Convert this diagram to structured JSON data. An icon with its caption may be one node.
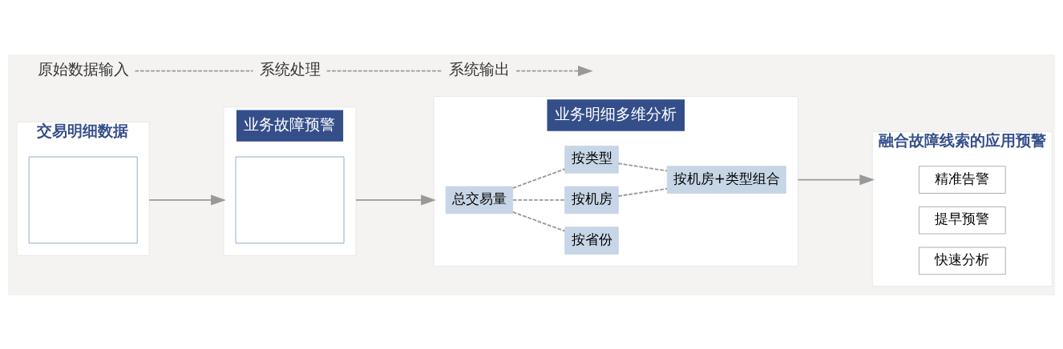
{
  "diagram": {
    "nodes": [
      {
        "text": [
          "交易明细数据"
        ]
      },
      {
        "text": [],
        "shape": "box",
        "in": 0
      },
      {
        "text": [
          "业务故障预警"
        ]
      },
      {
        "text": [],
        "shape": "box",
        "in": 2
      },
      {
        "text": [
          "业务明细多维分析"
        ]
      },
      {
        "text": [
          "总交易量"
        ],
        "in": 4
      },
      {
        "text": [
          "按省份"
        ],
        "in": 4
      },
      {
        "text": [
          "按机房"
        ],
        "in": 4
      },
      {
        "text": [
          "按类型"
        ],
        "in": 4
      },
      {
        "text": [
          "按机房+类型组合"
        ],
        "in": 4
      },
      {
        "text": [
          "融合故障线索的应用预警"
        ]
      },
      {
        "text": [
          "精准告警"
        ],
        "in": 10
      },
      {
        "text": [
          "提早预警"
        ],
        "in": 10
      },
      {
        "text": [
          "快速分析"
        ],
        "in": 10
      },
      {
        "text": [
          "原始数据输入"
        ]
      },
      {
        "text": [
          "系统处理"
        ]
      },
      {
        "text": [
          "系统输出"
        ]
      }
    ],
    "edges": [
      {
        "from": 14,
        "to": 15,
        "arrow": "none",
        "style": "dashed"
      },
      {
        "from": 15,
        "to": 16,
        "arrow": "none",
        "style": "dashed"
      },
      {
        "from": 16,
        "to": null,
        "arrow": "to",
        "style": "dashed"
      },
      {
        "from": 0,
        "to": 2,
        "arrow": "to"
      },
      {
        "from": 2,
        "to": 4,
        "arrow": "to"
      },
      {
        "from": 4,
        "to": 10,
        "arrow": "to"
      },
      {
        "from": 5,
        "to": 6,
        "arrow": "none",
        "style": "dashed"
      },
      {
        "from": 5,
        "to": 7,
        "arrow": "none",
        "style": "dashed"
      },
      {
        "from": 5,
        "to": 8,
        "arrow": "none",
        "style": "dashed"
      },
      {
        "from": 7,
        "to": 9,
        "arrow": "none",
        "style": "dashed"
      },
      {
        "from": 8,
        "to": 9,
        "arrow": "none",
        "style": "dashed"
      }
    ]
  }
}
